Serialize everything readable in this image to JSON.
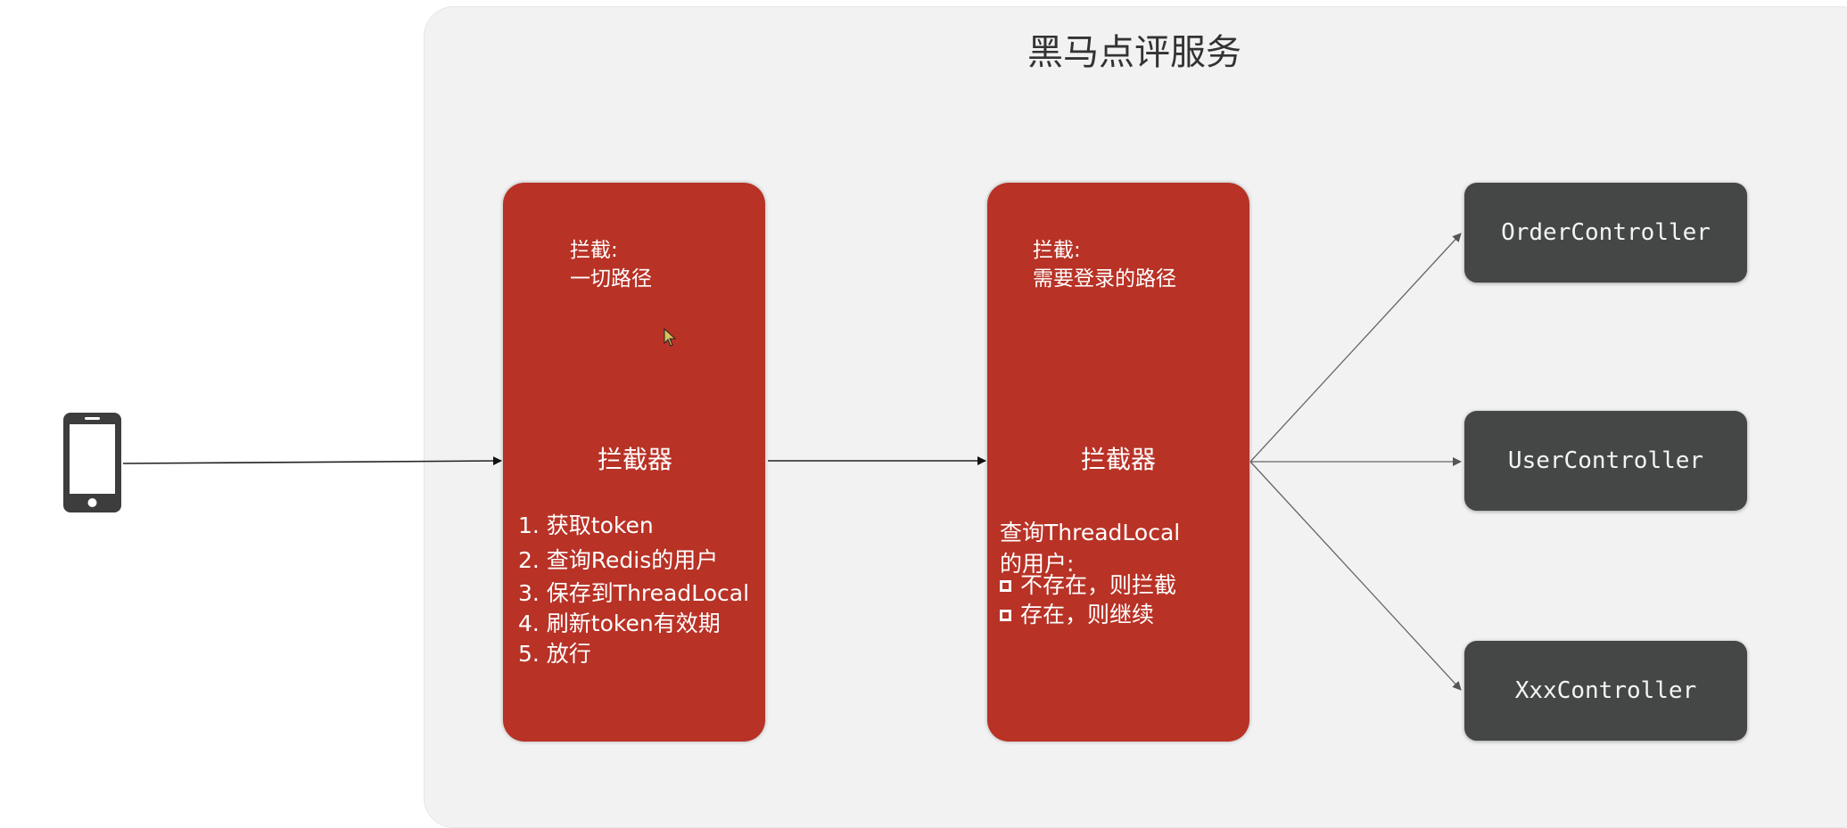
{
  "title": "黑马点评服务",
  "interceptor1": {
    "scope_label": "拦截:",
    "scope_value": "一切路径",
    "name": "拦截器",
    "steps": [
      "1. 获取token",
      "2. 查询Redis的用户",
      "3. 保存到ThreadLocal",
      "4. 刷新token有效期",
      "5. 放行"
    ]
  },
  "interceptor2": {
    "scope_label": "拦截:",
    "scope_value": "需要登录的路径",
    "name": "拦截器",
    "desc_line1": "查询ThreadLocal",
    "desc_line2": "的用户:",
    "options": [
      "不存在，则拦截",
      "存在，则继续"
    ]
  },
  "controllers": [
    "OrderController",
    "UserController",
    "XxxController"
  ],
  "colors": {
    "interceptor": "#b83226",
    "controller": "#454747",
    "background": "#f2f2f2"
  }
}
